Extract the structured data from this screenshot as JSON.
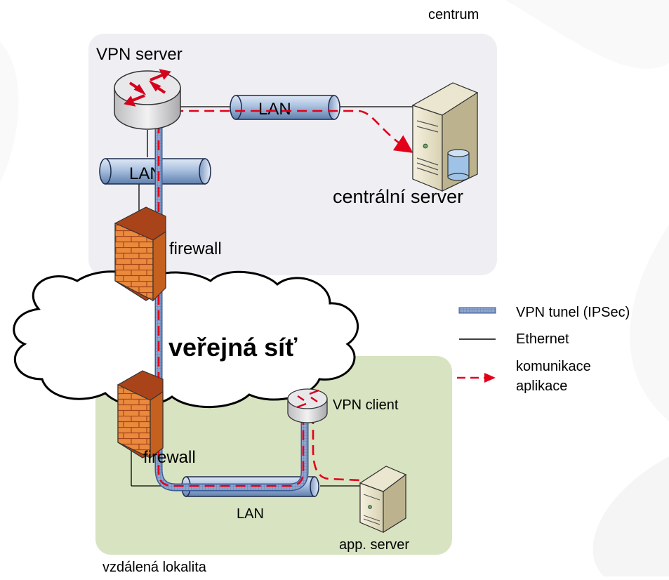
{
  "zones": {
    "center": {
      "label": "centrum",
      "color": "#efeef2"
    },
    "remote": {
      "label": "vzdálená lokalita",
      "color": "#d8e3c1"
    }
  },
  "nodes": {
    "vpn_server": "VPN server",
    "lan_top": "LAN",
    "lan_left": "LAN",
    "central_server": "centrální server",
    "firewall_top": "firewall",
    "public_net": "veřejná síť",
    "firewall_bottom": "firewall",
    "vpn_client": "VPN client",
    "lan_bottom": "LAN",
    "app_server": "app. server"
  },
  "legend": {
    "vpn_tunnel": "VPN tunel (IPSec)",
    "ethernet": "Ethernet",
    "app_comm_line1": "komunikace",
    "app_comm_line2": "aplikace"
  },
  "colors": {
    "tunnel": "#8fa6cf",
    "app_comm": "#e3001b",
    "firewall": "#e0752e",
    "router": "#d4d4d6",
    "pipe": "#a6bede"
  }
}
